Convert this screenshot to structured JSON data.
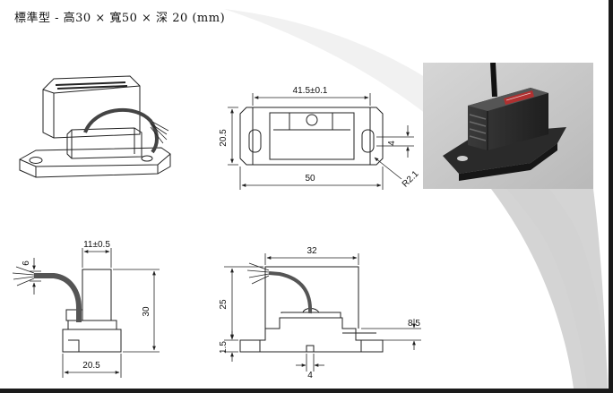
{
  "caption": "標準型 - 高30 × 寬50 × 深 20 (mm)",
  "top_view": {
    "width_inner": "41.5±0.1",
    "height": "20.5",
    "slot_width": "4",
    "width_total": "50",
    "radius": "R2.1"
  },
  "side_view": {
    "top_width": "11±0.5",
    "wire_dim": "6",
    "height": "30",
    "base_width": "20.5"
  },
  "front_view": {
    "top_width": "32",
    "height_body": "25",
    "base_height": "1.5",
    "right_offset": "8.5",
    "bottom_width": "4"
  },
  "colors": {
    "line": "#222222",
    "photo_bg": "#c9c9c9",
    "sensor_body": "#2c2c2c",
    "label_red": "#b03030"
  }
}
